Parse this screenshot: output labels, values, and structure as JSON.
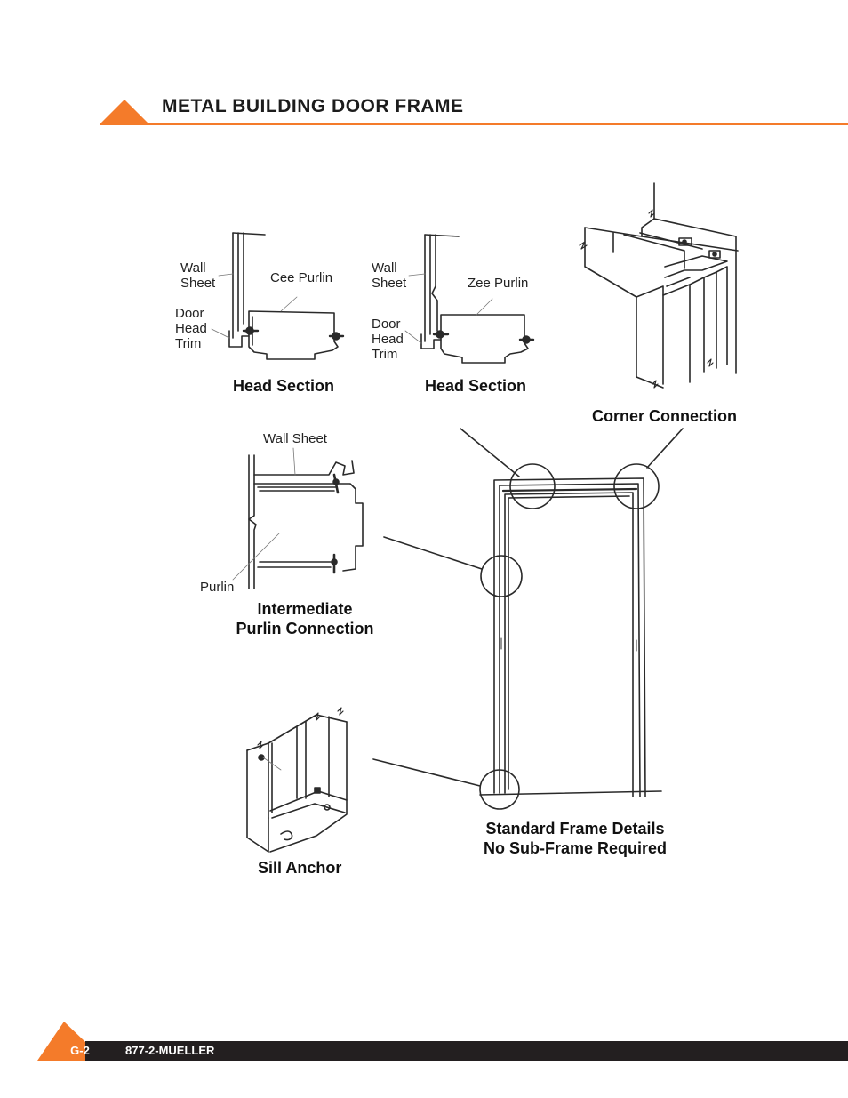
{
  "header": {
    "title": "METAL BUILDING DOOR FRAME"
  },
  "colors": {
    "accent": "#f47b2a",
    "footer_bar": "#231f20",
    "drawing": "#2a2a2a"
  },
  "head_section_cee": {
    "wall_sheet": [
      "Wall",
      "Sheet"
    ],
    "purlin": "Cee Purlin",
    "door_head_trim": [
      "Door",
      "Head",
      "Trim"
    ],
    "caption": "Head Section"
  },
  "head_section_zee": {
    "wall_sheet": [
      "Wall",
      "Sheet"
    ],
    "purlin": "Zee Purlin",
    "door_head_trim": [
      "Door",
      "Head",
      "Trim"
    ],
    "caption": "Head Section"
  },
  "corner": {
    "caption": "Corner Connection"
  },
  "intermediate": {
    "wall_sheet": "Wall Sheet",
    "purlin": "Purlin",
    "caption": [
      "Intermediate",
      "Purlin Connection"
    ]
  },
  "sill": {
    "caption": "Sill Anchor"
  },
  "standard": {
    "caption": [
      "Standard Frame Details",
      "No Sub-Frame Required"
    ]
  },
  "footer": {
    "page": "G-2",
    "phone": "877-2-MUELLER"
  }
}
